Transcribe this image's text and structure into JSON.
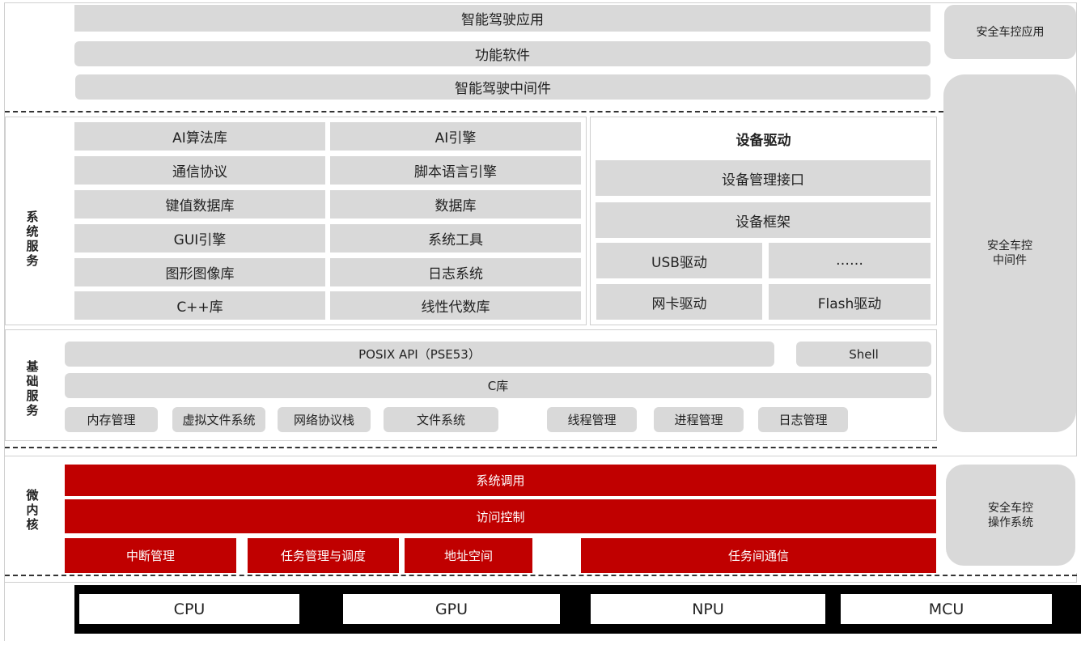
{
  "app_layer": {
    "rows": [
      "智能驾驶应用",
      "功能软件",
      "智能驾驶中间件"
    ]
  },
  "system_services": {
    "label": [
      "系",
      "统",
      "服",
      "务"
    ],
    "left_column": [
      "AI算法库",
      "通信协议",
      "键值数据库",
      "GUI引擎",
      "图形图像库",
      "C++库"
    ],
    "right_column": [
      "AI引擎",
      "脚本语言引擎",
      "数据库",
      "系统工具",
      "日志系统",
      "线性代数库"
    ],
    "device_driver": {
      "title": "设备驱动",
      "rows": [
        "设备管理接口",
        "设备框架"
      ],
      "grid": [
        "USB驱动",
        "……",
        "网卡驱动",
        "Flash驱动"
      ]
    }
  },
  "basic_services": {
    "label": [
      "基",
      "础",
      "服",
      "务"
    ],
    "posix_api": "POSIX API（PSE53）",
    "shell": "Shell",
    "c_lib": "C库",
    "modules": [
      "内存管理",
      "虚拟文件系统",
      "网络协议栈",
      "文件系统",
      "线程管理",
      "进程管理",
      "日志管理"
    ]
  },
  "microkernel": {
    "label": [
      "微",
      "内",
      "核"
    ],
    "syscall": "系统调用",
    "access_control": "访问控制",
    "modules": [
      "中断管理",
      "任务管理与调度",
      "地址空间",
      "任务间通信"
    ],
    "color": "#c00000"
  },
  "hardware": {
    "items": [
      "CPU",
      "GPU",
      "NPU",
      "MCU"
    ]
  },
  "safety_column": {
    "app": "安全车控应用",
    "middleware": [
      "安全车控",
      "中间件"
    ],
    "os": [
      "安全车控",
      "操作系统"
    ]
  }
}
